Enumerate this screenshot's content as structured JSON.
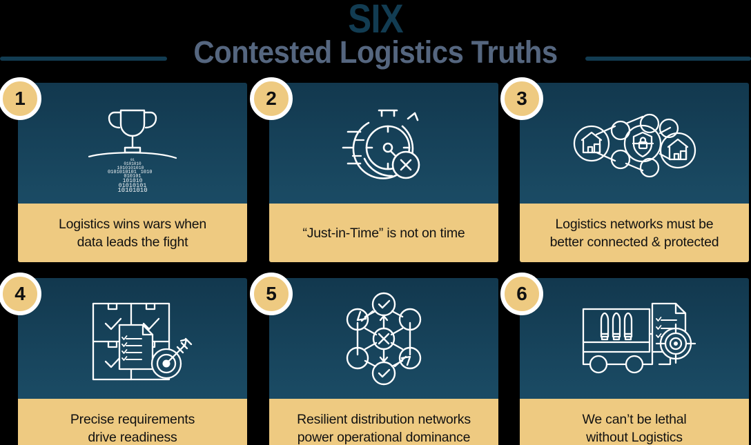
{
  "title": {
    "main": "SIX",
    "sub": "Contested Logistics Truths",
    "main_color": "#123C52",
    "sub_color": "#55667F",
    "rule_color": "#123C52"
  },
  "theme": {
    "background": "#000000",
    "card_panel_top": "#12384E",
    "card_panel_bottom": "#1C4F6A",
    "caption_band": "#EECA81",
    "caption_text": "#111111",
    "badge_fill": "#EECA81",
    "badge_ring": "#FFFFFF",
    "icon_stroke": "#FFFFFF"
  },
  "cards": [
    {
      "number": "1",
      "caption_line1": "Logistics wins wars when",
      "caption_line2": "data leads the fight",
      "icon": "trophy-on-data-horizon-icon"
    },
    {
      "number": "2",
      "caption_line1": "“Just-in-Time” is not on time",
      "caption_line2": "",
      "icon": "stopwatch-with-x-icon"
    },
    {
      "number": "3",
      "caption_line1": "Logistics networks must be",
      "caption_line2": "better connected & protected",
      "icon": "connected-warehouses-shield-lock-icon"
    },
    {
      "number": "4",
      "caption_line1": "Precise requirements",
      "caption_line2": "drive readiness",
      "icon": "checked-boxes-checklist-target-icon"
    },
    {
      "number": "5",
      "caption_line1": "Resilient distribution networks",
      "caption_line2": "power operational dominance",
      "icon": "rerouting-node-network-icon"
    },
    {
      "number": "6",
      "caption_line1": "We can’t be lethal",
      "caption_line2": "without Logistics",
      "icon": "munitions-truck-checklist-target-icon"
    }
  ]
}
